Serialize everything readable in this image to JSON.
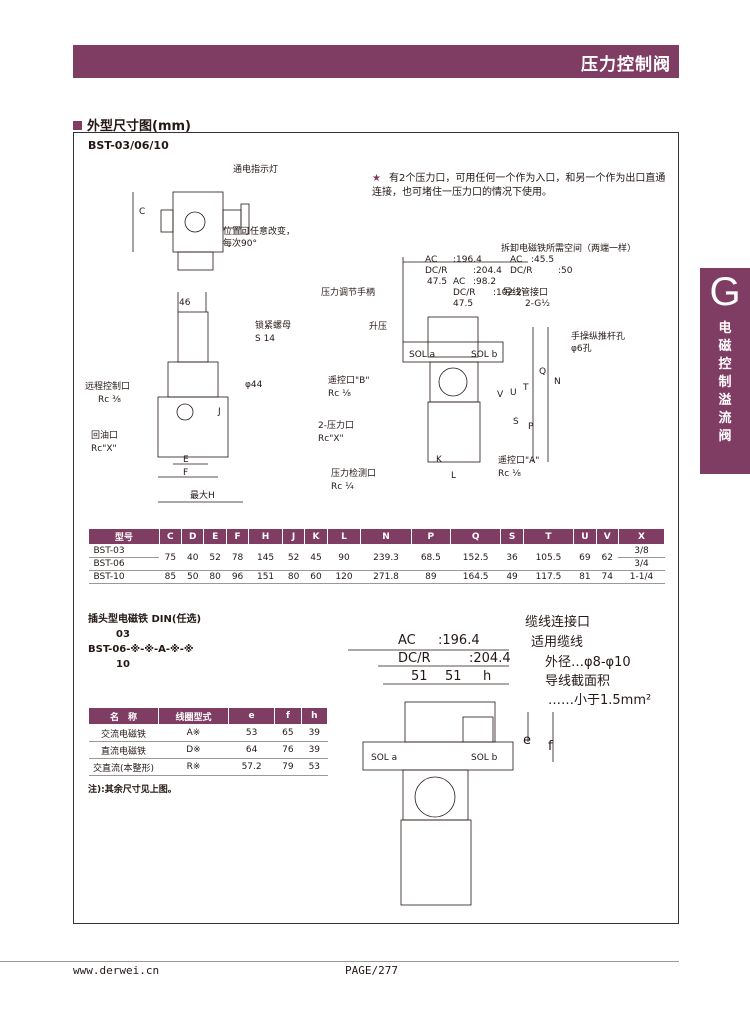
{
  "header": {
    "title": "压力控制阀"
  },
  "section": {
    "title": "外型尺寸图(mm)"
  },
  "model": "BST-03/06/10",
  "note": {
    "star": "★",
    "text": "有2个压力口，可用任何一个作为入口，和另一个作为出口直通连接，也可堵住一压力口的情况下使用。"
  },
  "side_tab": {
    "letter": "G",
    "text": "电磁控制溢流阀"
  },
  "labels_top": {
    "indicator": "通电指示灯",
    "position": "位置可任意改变，",
    "every90": "每次90°",
    "lock_nut": "锁紧螺母",
    "s14": "S 14",
    "remote_port": "远程控制口",
    "rc38": "Rc ⅜",
    "return_port": "回油口",
    "rc_x_left": "Rc\"X\"",
    "max_h": "最大H",
    "c": "C",
    "d46": "46",
    "phi44": "φ44",
    "j": "J",
    "e": "E",
    "f": "F"
  },
  "labels_side": {
    "removal_space": "拆卸电磁铁所需空间（两端一样）",
    "ac": "AC",
    "ac_v": ":196.4",
    "ac2": "AC",
    "ac2_v": ":45.5",
    "dcr": "DC/R",
    "dcr_v": ":204.4",
    "dcr2": "DC/R",
    "dcr2_v": ":50",
    "v475": "47.5",
    "ac3": "AC",
    "ac3_v": ":98.2",
    "dcr3": "DC/R",
    "dcr3_v": ":102.2",
    "v475b": "47.5",
    "conduit": "导线管接口",
    "conduit_size": "2-G½",
    "pressure_knob": "压力调节手柄",
    "raise": "升压",
    "manual_lever": "手操纵推杆孔",
    "phi6": "φ6孔",
    "remote_b": "遥控口\"B\"",
    "rc18_b": "Rc ⅛",
    "pressure_port": "2-压力口",
    "rc_x": "Rc\"X\"",
    "gauge_port": "压力检测口",
    "rc14": "Rc ¼",
    "remote_a": "遥控口\"A\"",
    "rc18_a": "Rc ⅛",
    "sola": "SOL a",
    "solb": "SOL b",
    "q": "Q",
    "n": "N",
    "t": "T",
    "u": "U",
    "v": "V",
    "s": "S",
    "p": "P",
    "k": "K",
    "l": "L"
  },
  "dim_table": {
    "headers": [
      "型号",
      "C",
      "D",
      "E",
      "F",
      "H",
      "J",
      "K",
      "L",
      "N",
      "P",
      "Q",
      "S",
      "T",
      "U",
      "V",
      "X"
    ],
    "rows": [
      [
        "BST-03",
        "75",
        "40",
        "52",
        "78",
        "145",
        "52",
        "45",
        "90",
        "239.3",
        "68.5",
        "152.5",
        "36",
        "105.5",
        "69",
        "62",
        "3/8"
      ],
      [
        "BST-06",
        "",
        "",
        "",
        "",
        "",
        "",
        "",
        "",
        "",
        "",
        "",
        "",
        "",
        "",
        "",
        "3/4"
      ],
      [
        "BST-10",
        "85",
        "50",
        "80",
        "96",
        "151",
        "80",
        "60",
        "120",
        "271.8",
        "89",
        "164.5",
        "49",
        "117.5",
        "81",
        "74",
        "1-1/4"
      ]
    ]
  },
  "din": {
    "title": "插头型电磁铁 DIN(任选)",
    "line1": "03",
    "line2": "BST-06-※-※-A-※-※",
    "line3": "10"
  },
  "coil_table": {
    "headers": [
      "名　称",
      "线圈型式",
      "e",
      "f",
      "h"
    ],
    "rows": [
      [
        "交流电磁铁",
        "A※",
        "53",
        "65",
        "39"
      ],
      [
        "直流电磁铁",
        "D※",
        "64",
        "76",
        "39"
      ],
      [
        "交直流(本整形)",
        "R※",
        "57.2",
        "79",
        "53"
      ]
    ],
    "note": "注):其余尺寸见上图。"
  },
  "din_drawing": {
    "cable": "缆线连接口",
    "suit": "适用缆线",
    "od": "外径…φ8-φ10",
    "section": "导线截面积",
    "less": "……小于1.5mm²",
    "ac": "AC",
    "ac_v": ":196.4",
    "dcr": "DC/R",
    "dcr_v": ":204.4",
    "d51a": "51",
    "d51b": "51",
    "h": "h",
    "e": "e",
    "f": "f",
    "sola": "SOL a",
    "solb": "SOL b"
  },
  "footer": {
    "web": "www.derwei.cn",
    "page": "PAGE/277"
  }
}
